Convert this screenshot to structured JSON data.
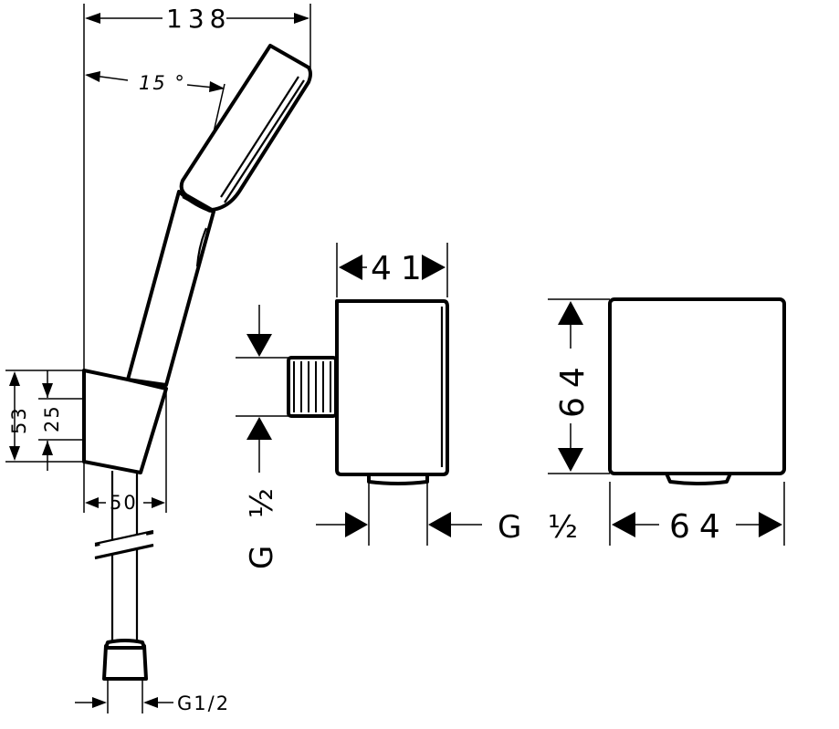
{
  "drawing": {
    "handshower_view": {
      "overall_width": "138",
      "tilt_angle": "15 °",
      "holder_height_outer": "53",
      "holder_height_inner": "25",
      "holder_width": "50",
      "hose_connection": "G1/2"
    },
    "outlet_side_view": {
      "depth": "41",
      "thread_g": "G",
      "thread_size": "½"
    },
    "outlet_front_view": {
      "height": "64",
      "width": "64",
      "thread_g": "G",
      "thread_size": "½"
    }
  }
}
